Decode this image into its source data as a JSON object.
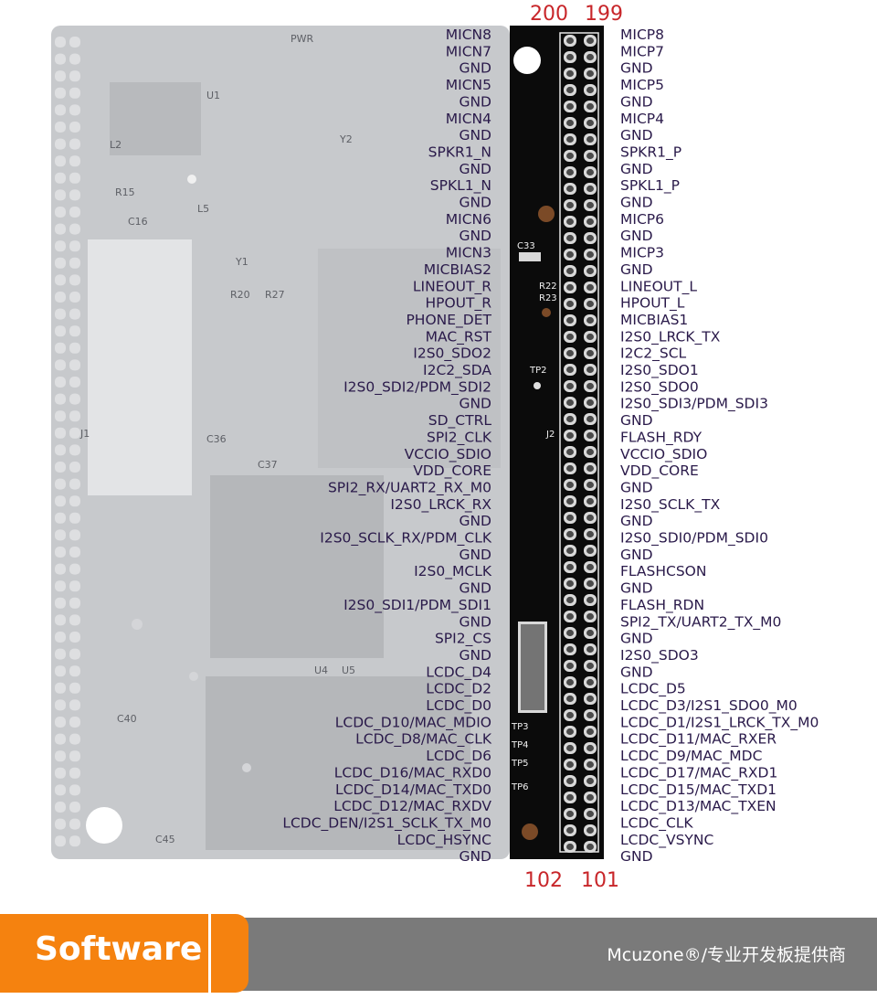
{
  "header": {
    "pin_top_left": "200",
    "pin_top_right": "199"
  },
  "bottom": {
    "pin_bottom_left": "102",
    "pin_bottom_right": "101"
  },
  "left_pins": [
    "MICN8",
    "MICN7",
    "GND",
    "MICN5",
    "GND",
    "MICN4",
    "GND",
    "SPKR1_N",
    "GND",
    "SPKL1_N",
    "GND",
    "MICN6",
    "GND",
    "MICN3",
    "MICBIAS2",
    "LINEOUT_R",
    "HPOUT_R",
    "PHONE_DET",
    "MAC_RST",
    "I2S0_SDO2",
    "I2C2_SDA",
    "I2S0_SDI2/PDM_SDI2",
    "GND",
    "SD_CTRL",
    "SPI2_CLK",
    "VCCIO_SDIO",
    "VDD_CORE",
    "SPI2_RX/UART2_RX_M0",
    "I2S0_LRCK_RX",
    "GND",
    "I2S0_SCLK_RX/PDM_CLK",
    "GND",
    "I2S0_MCLK",
    "GND",
    "I2S0_SDI1/PDM_SDI1",
    "GND",
    "SPI2_CS",
    "GND",
    "LCDC_D4",
    "LCDC_D2",
    "LCDC_D0",
    "LCDC_D10/MAC_MDIO",
    "LCDC_D8/MAC_CLK",
    "LCDC_D6",
    "LCDC_D16/MAC_RXD0",
    "LCDC_D14/MAC_TXD0",
    "LCDC_D12/MAC_RXDV",
    "LCDC_DEN/I2S1_SCLK_TX_M0",
    "LCDC_HSYNC",
    "GND"
  ],
  "right_pins": [
    "MICP8",
    "MICP7",
    "GND",
    "MICP5",
    "GND",
    "MICP4",
    "GND",
    "SPKR1_P",
    "GND",
    "SPKL1_P",
    "GND",
    "MICP6",
    "GND",
    "MICP3",
    "GND",
    "LINEOUT_L",
    "HPOUT_L",
    "MICBIAS1",
    "I2S0_LRCK_TX",
    "I2C2_SCL",
    "I2S0_SDO1",
    "I2S0_SDO0",
    "I2S0_SDI3/PDM_SDI3",
    "GND",
    "FLASH_RDY",
    "VCCIO_SDIO",
    "VDD_CORE",
    "GND",
    "I2S0_SCLK_TX",
    "GND",
    "I2S0_SDI0/PDM_SDI0",
    "GND",
    "FLASHCSON",
    "GND",
    "FLASH_RDN",
    "SPI2_TX/UART2_TX_M0",
    "GND",
    "I2S0_SDO3",
    "GND",
    "LCDC_D5",
    "LCDC_D3/I2S1_SDO0_M0",
    "LCDC_D1/I2S1_LRCK_TX_M0",
    "LCDC_D11/MAC_RXER",
    "LCDC_D9/MAC_MDC",
    "LCDC_D17/MAC_RXD1",
    "LCDC_D15/MAC_TXD1",
    "LCDC_D13/MAC_TXEN",
    "LCDC_CLK",
    "LCDC_VSYNC",
    "GND"
  ],
  "silkscreen": {
    "tp2": "TP2",
    "tp3": "TP3",
    "tp4": "TP4",
    "tp5": "TP5",
    "tp6": "TP6",
    "c33": "C33",
    "j2": "J2",
    "r22": "R22",
    "r23": "R23",
    "pcb_texts": [
      "PWR",
      "L2",
      "Y2",
      "U1",
      "Y1",
      "R20",
      "R27",
      "C16",
      "R15",
      "L5",
      "U4",
      "U5",
      "C40",
      "C45",
      "J1",
      "C36",
      "C37"
    ]
  },
  "footer": {
    "title": "Software",
    "brand": "Mcuzone®/专业开发板提供商"
  },
  "colors": {
    "accent": "#f5820f",
    "footer_bar": "#7a7a7a",
    "pin_number": "#c8262a",
    "label": "#2a1a4a",
    "connector": "#0b0b0b"
  }
}
